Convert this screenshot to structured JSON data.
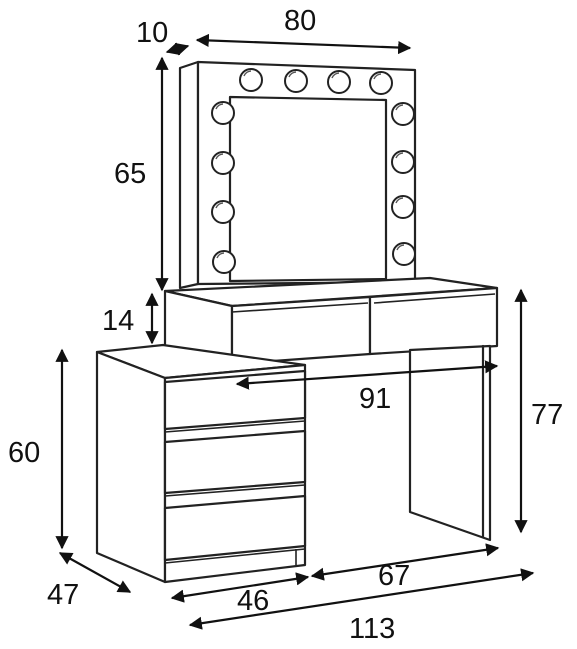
{
  "dimensions": {
    "mirror_depth": "10",
    "mirror_width": "80",
    "mirror_height": "65",
    "upper_height": "14",
    "drawer_unit_height": "60",
    "total_height": "77",
    "desk_inner_width": "91",
    "depth": "47",
    "drawer_unit_width": "46",
    "leg_span_width": "67",
    "total_width": "113"
  }
}
